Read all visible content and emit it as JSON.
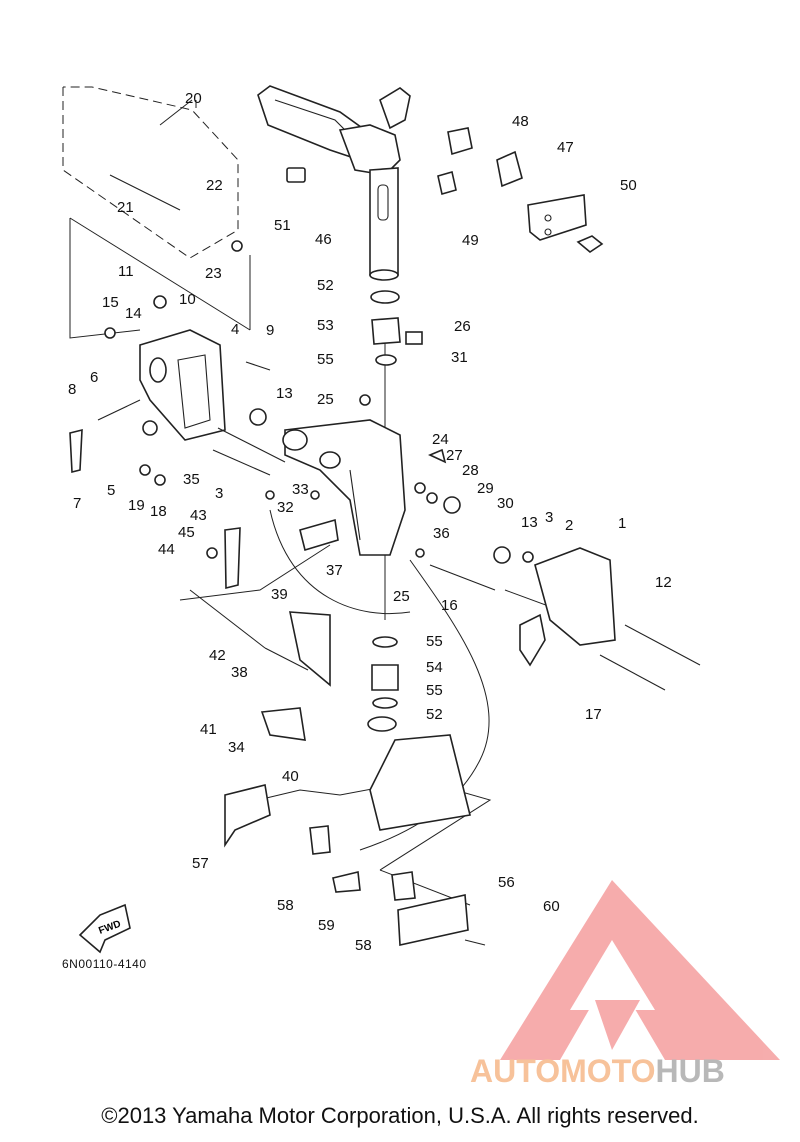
{
  "diagram": {
    "code": "6N00110-4140",
    "fwd_label": "FWD",
    "copyright": "©2013 Yamaha Motor Corporation, U.S.A. All rights reserved.",
    "watermark": {
      "part1": "AUTOMOTO",
      "part2": "HUB"
    },
    "callouts": [
      {
        "n": "1"
      },
      {
        "n": "2"
      },
      {
        "n": "3"
      },
      {
        "n": "3"
      },
      {
        "n": "4"
      },
      {
        "n": "5"
      },
      {
        "n": "6"
      },
      {
        "n": "7"
      },
      {
        "n": "8"
      },
      {
        "n": "9"
      },
      {
        "n": "10"
      },
      {
        "n": "11"
      },
      {
        "n": "12"
      },
      {
        "n": "13"
      },
      {
        "n": "13"
      },
      {
        "n": "14"
      },
      {
        "n": "15"
      },
      {
        "n": "16"
      },
      {
        "n": "17"
      },
      {
        "n": "18"
      },
      {
        "n": "19"
      },
      {
        "n": "20"
      },
      {
        "n": "21"
      },
      {
        "n": "22"
      },
      {
        "n": "23"
      },
      {
        "n": "24"
      },
      {
        "n": "25"
      },
      {
        "n": "25"
      },
      {
        "n": "26"
      },
      {
        "n": "27"
      },
      {
        "n": "28"
      },
      {
        "n": "29"
      },
      {
        "n": "30"
      },
      {
        "n": "31"
      },
      {
        "n": "32"
      },
      {
        "n": "33"
      },
      {
        "n": "34"
      },
      {
        "n": "35"
      },
      {
        "n": "36"
      },
      {
        "n": "37"
      },
      {
        "n": "38"
      },
      {
        "n": "39"
      },
      {
        "n": "40"
      },
      {
        "n": "41"
      },
      {
        "n": "42"
      },
      {
        "n": "43"
      },
      {
        "n": "44"
      },
      {
        "n": "45"
      },
      {
        "n": "46"
      },
      {
        "n": "47"
      },
      {
        "n": "48"
      },
      {
        "n": "49"
      },
      {
        "n": "50"
      },
      {
        "n": "51"
      },
      {
        "n": "52"
      },
      {
        "n": "52"
      },
      {
        "n": "53"
      },
      {
        "n": "54"
      },
      {
        "n": "55"
      },
      {
        "n": "55"
      },
      {
        "n": "55"
      },
      {
        "n": "56"
      },
      {
        "n": "57"
      },
      {
        "n": "58"
      },
      {
        "n": "58"
      },
      {
        "n": "59"
      },
      {
        "n": "60"
      }
    ]
  }
}
